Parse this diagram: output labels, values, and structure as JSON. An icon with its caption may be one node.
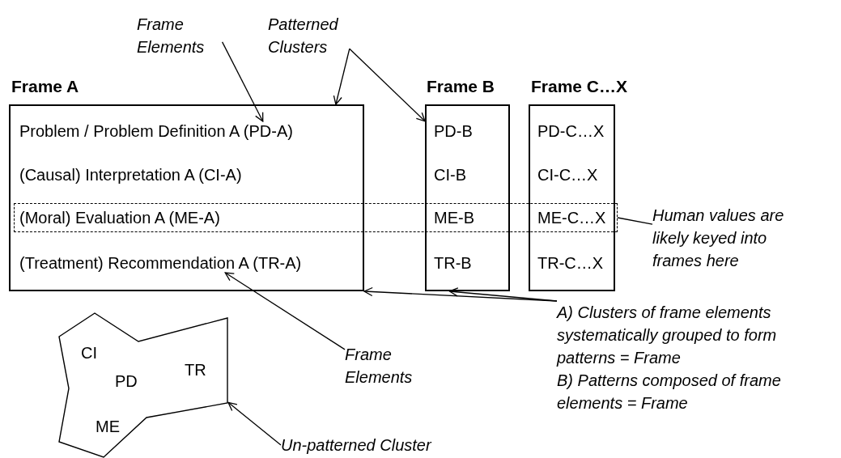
{
  "diagram": {
    "nodes": [
      {
        "text": [
          "Frame A"
        ]
      },
      {
        "text": [
          "Problem / Problem Definition A (PD-A)"
        ],
        "in": 0
      },
      {
        "text": [
          "(Causal) Interpretation A (CI-A)"
        ],
        "in": 0
      },
      {
        "text": [
          "(Moral) Evaluation A (ME-A)"
        ]
      },
      {
        "text": [
          "(Treatment) Recommendation A (TR-A)"
        ],
        "in": 0
      },
      {
        "text": [
          "Frame B"
        ]
      },
      {
        "text": [
          "PD-B"
        ],
        "in": 5
      },
      {
        "text": [
          "CI-B"
        ],
        "in": 5
      },
      {
        "text": [
          "ME-B"
        ]
      },
      {
        "text": [
          "TR-B"
        ],
        "in": 5
      },
      {
        "text": [
          "Frame C…X"
        ]
      },
      {
        "text": [
          "PD-C…X"
        ],
        "in": 10
      },
      {
        "text": [
          "CI-C…X"
        ],
        "in": 10
      },
      {
        "text": [
          "ME-C…X"
        ]
      },
      {
        "text": [
          "TR-C…X"
        ],
        "in": 10
      },
      {
        "text": [],
        "shape": "box"
      },
      {
        "text": [
          "CI",
          "PD",
          "TR",
          "ME"
        ]
      },
      {
        "text": [
          "Frame Elements"
        ]
      },
      {
        "text": [
          "Patterned Clusters"
        ]
      },
      {
        "text": [
          "Human values are likely keyed into frames here"
        ]
      },
      {
        "text": [
          "Frame Elements"
        ]
      },
      {
        "text": [
          "A) Clusters of frame elements systematically grouped to form patterns = Frame",
          "B) Patterns composed of frame elements = Frame"
        ]
      },
      {
        "text": [
          "Un-patterned Cluster"
        ]
      }
    ],
    "edges": [
      {
        "from": 17,
        "to": 1,
        "arrow": "to"
      },
      {
        "from": 18,
        "to": 0,
        "arrow": "to"
      },
      {
        "from": 18,
        "to": 5,
        "arrow": "to"
      },
      {
        "from": 19,
        "to": 15,
        "arrow": "none"
      },
      {
        "from": 20,
        "to": 4,
        "arrow": "to"
      },
      {
        "from": 21,
        "to": 0,
        "arrow": "to"
      },
      {
        "from": 21,
        "to": 5,
        "arrow": "to"
      },
      {
        "from": 22,
        "to": 16,
        "arrow": "to"
      }
    ]
  }
}
